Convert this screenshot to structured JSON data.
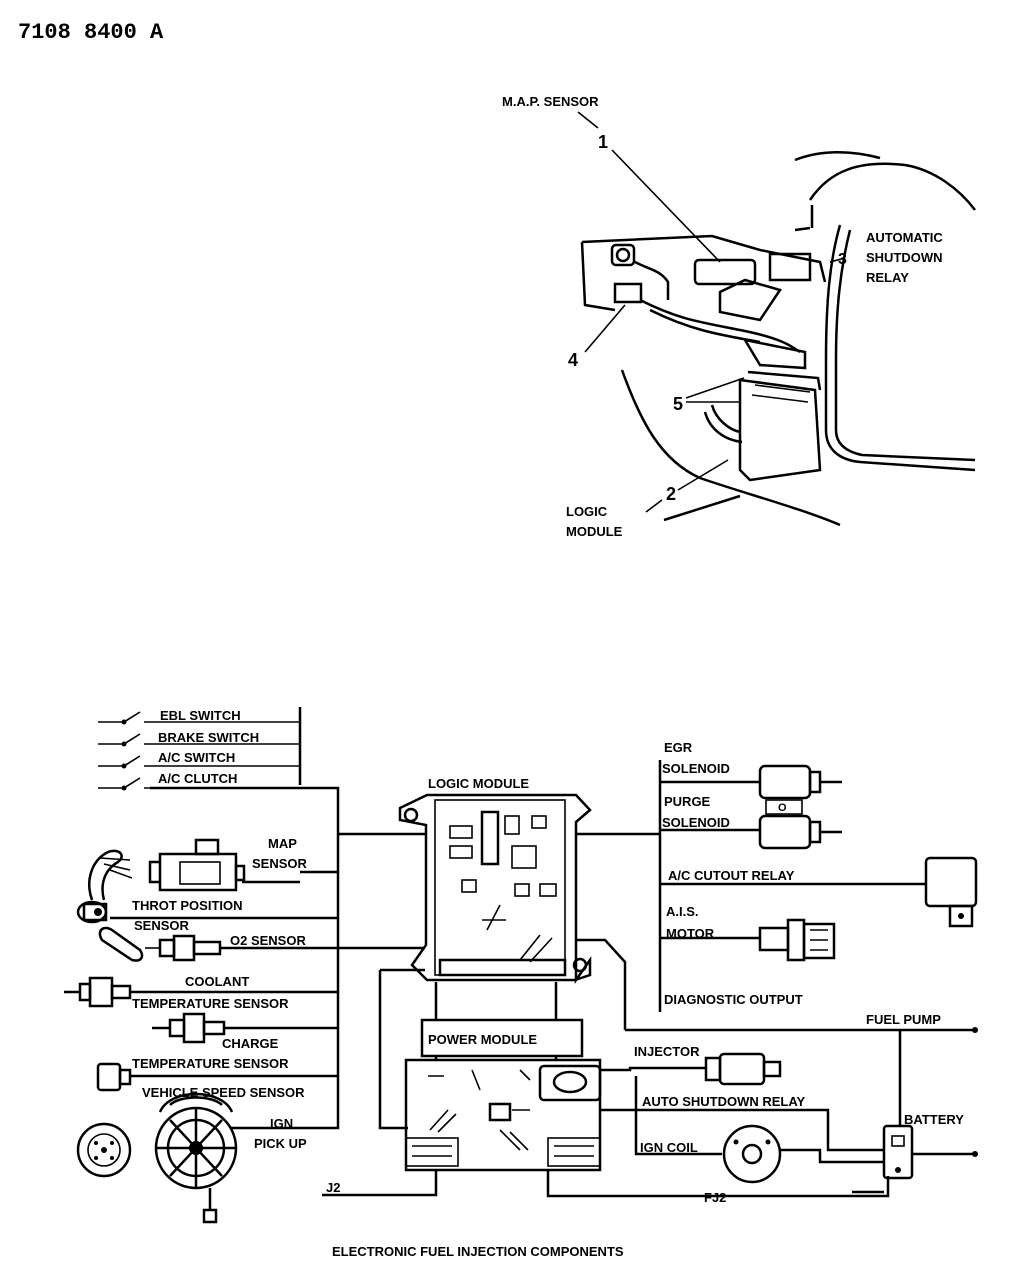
{
  "header": {
    "code": "7108 8400 A"
  },
  "top_view": {
    "callouts": {
      "map_sensor": "M.A.P. SENSOR",
      "automatic": "AUTOMATIC",
      "shutdown": "SHUTDOWN",
      "relay": "RELAY",
      "logic": "LOGIC",
      "module": "MODULE"
    },
    "numbers": [
      "1",
      "2",
      "3",
      "4",
      "5"
    ]
  },
  "schematic": {
    "switches": [
      "EBL SWITCH",
      "BRAKE SWITCH",
      "A/C SWITCH",
      "A/C CLUTCH"
    ],
    "left_components": {
      "map": "MAP",
      "sensor": "SENSOR",
      "throt_position": "THROT POSITION",
      "throt_sensor": "SENSOR",
      "o2_sensor": "O2 SENSOR",
      "coolant": "COOLANT",
      "coolant_temp": "TEMPERATURE SENSOR",
      "charge": "CHARGE",
      "charge_temp": "TEMPERATURE SENSOR",
      "vehicle_speed": "VEHICLE SPEED SENSOR",
      "ign": "IGN",
      "pick_up": "PICK UP",
      "j2": "J2"
    },
    "center": {
      "logic_module": "LOGIC MODULE",
      "power_module": "POWER MODULE"
    },
    "right_components": {
      "egr": "EGR",
      "egr_solenoid": "SOLENOID",
      "purge": "PURGE",
      "purge_solenoid": "SOLENOID",
      "ac_cutout": "A/C CUTOUT RELAY",
      "ais": "A.I.S.",
      "motor": "MOTOR",
      "diagnostic": "DIAGNOSTIC OUTPUT",
      "fuel_pump": "FUEL PUMP",
      "injector": "INJECTOR",
      "auto_shutdown": "AUTO SHUTDOWN RELAY",
      "battery": "BATTERY",
      "ign_coil": "IGN COIL",
      "fj2": "FJ2"
    },
    "caption": "ELECTRONIC FUEL INJECTION COMPONENTS"
  }
}
